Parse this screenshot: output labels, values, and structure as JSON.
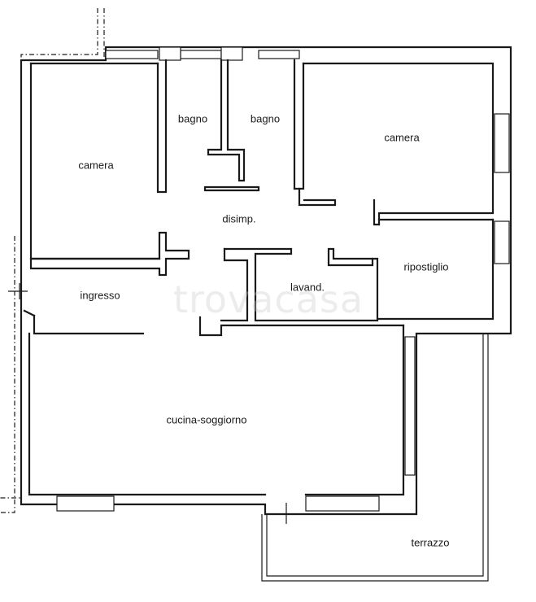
{
  "rooms": {
    "camera_left": "camera",
    "bagno_1": "bagno",
    "bagno_2": "bagno",
    "camera_right": "camera",
    "disimpegno": "disimp.",
    "ingresso": "ingresso",
    "lavanderia": "lavand.",
    "ripostiglio": "ripostiglio",
    "cucina_soggiorno": "cucina-soggiorno",
    "terrazzo": "terrazzo"
  },
  "watermark": "trovacasa"
}
